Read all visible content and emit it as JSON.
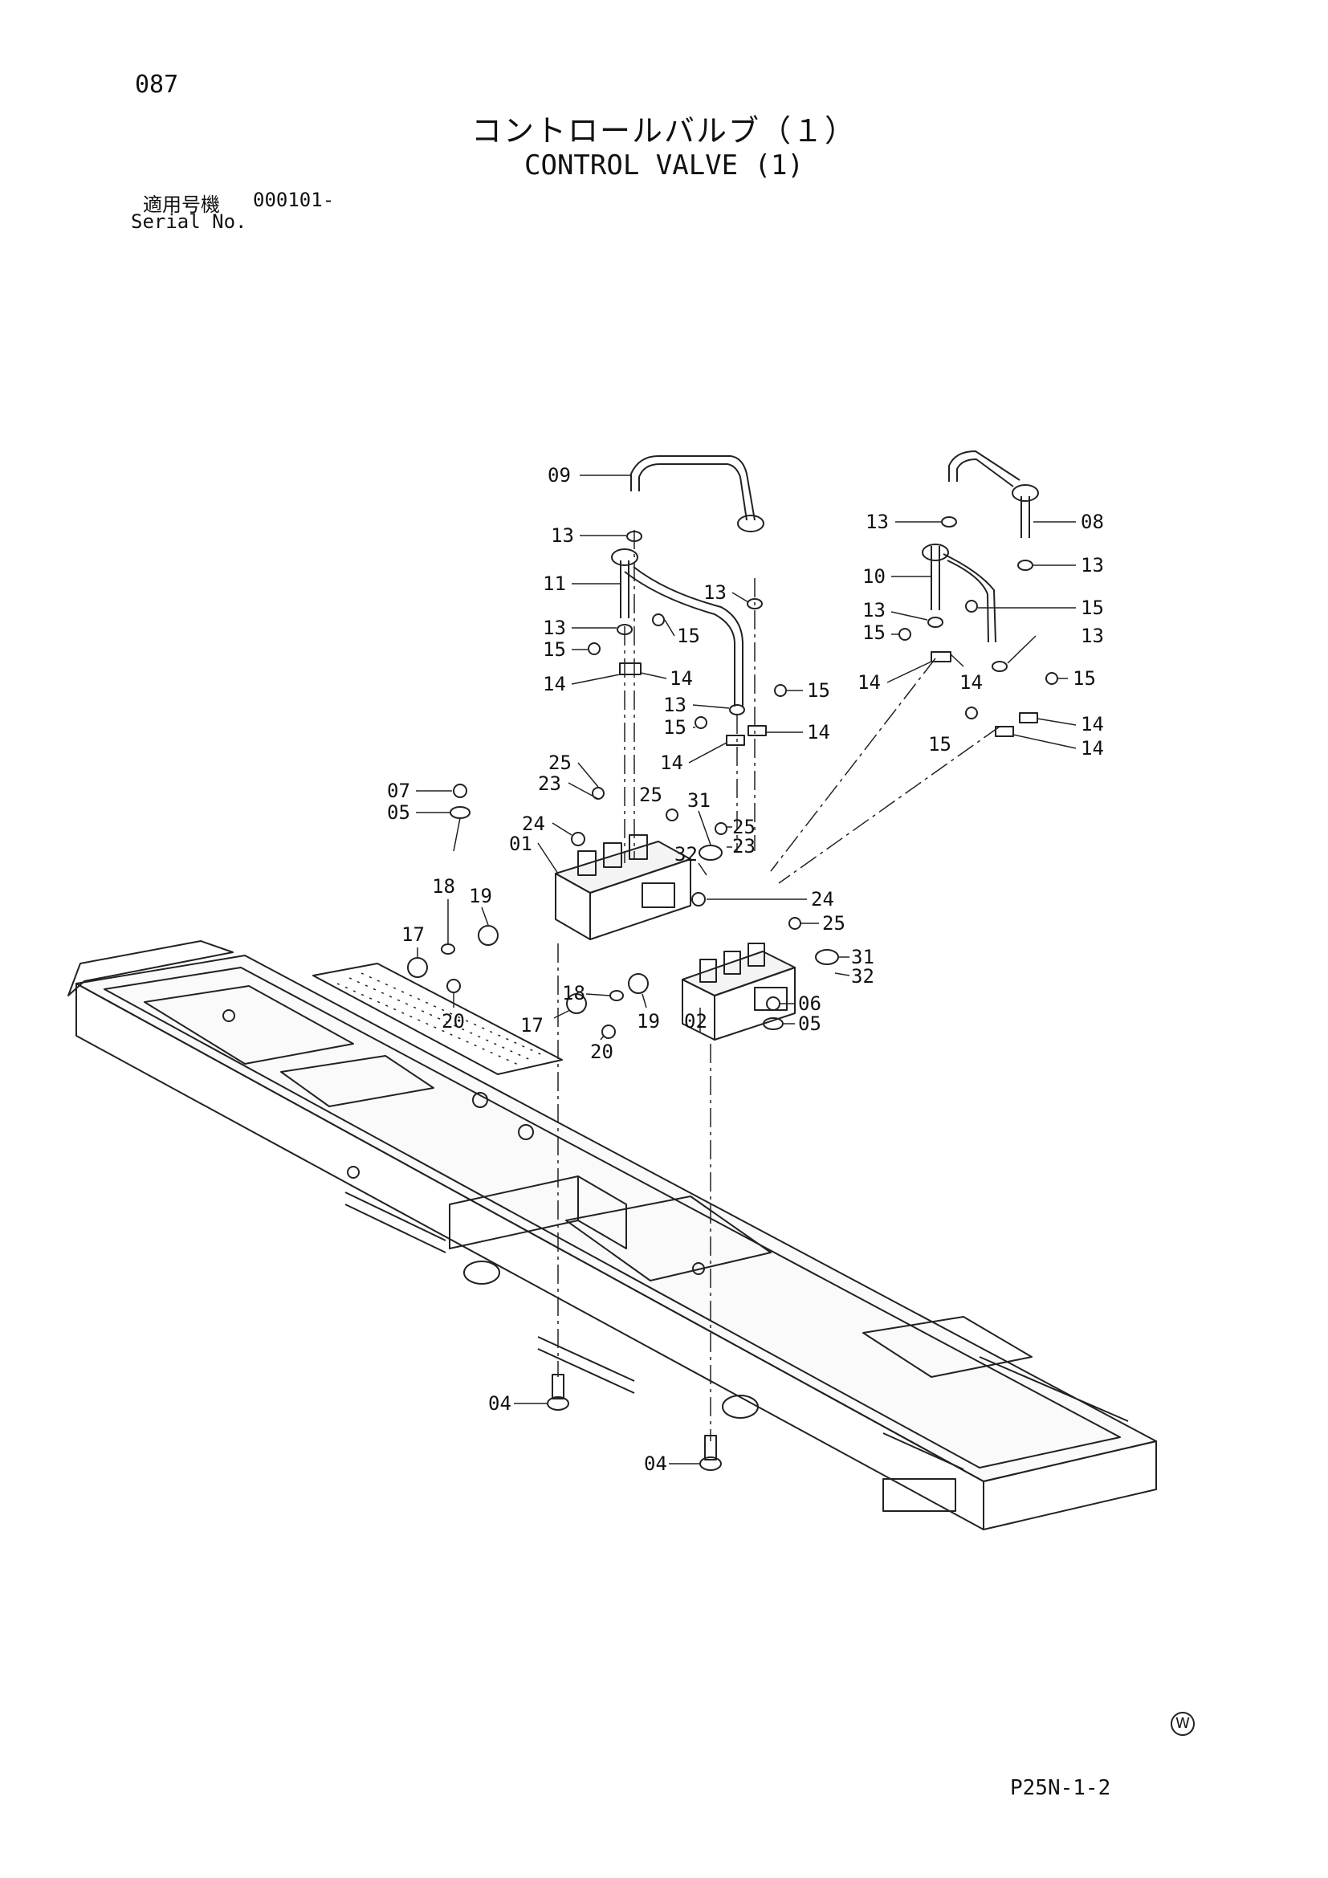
{
  "page_number": "087",
  "title_jp": "コントロールバルブ（１）",
  "title_en": "CONTROL VALVE (1)",
  "serial": {
    "label_jp": "適用号機",
    "value": "000101-",
    "label_en": "Serial No."
  },
  "figure_code": "P25N-1-2",
  "mark": "W",
  "callouts": [
    "09",
    "13",
    "11",
    "13",
    "15",
    "14",
    "14",
    "15",
    "13",
    "13",
    "15",
    "14",
    "15",
    "14",
    "13",
    "10",
    "13",
    "15",
    "08",
    "13",
    "15",
    "13",
    "14",
    "14",
    "15",
    "14",
    "14",
    "15",
    "07",
    "05",
    "25",
    "23",
    "24",
    "01",
    "25",
    "31",
    "25",
    "23",
    "32",
    "24",
    "25",
    "31",
    "32",
    "18",
    "19",
    "17",
    "20",
    "18",
    "17",
    "20",
    "19",
    "02",
    "06",
    "05",
    "04",
    "04"
  ]
}
